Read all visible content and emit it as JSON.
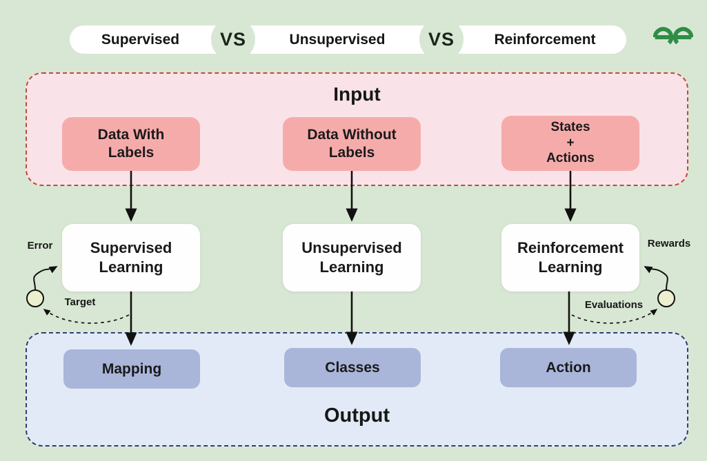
{
  "header": {
    "items": [
      {
        "label": "Supervised"
      },
      {
        "label": "Unsupervised"
      },
      {
        "label": "Reinforcement"
      }
    ],
    "vs_label": "VS",
    "logo": "geeksforgeeks-logo"
  },
  "input_section": {
    "title": "Input",
    "boxes": [
      {
        "line1": "Data With",
        "line2": "Labels"
      },
      {
        "line1": "Data Without",
        "line2": "Labels"
      },
      {
        "line1": "States",
        "line2": "+",
        "line3": "Actions"
      }
    ]
  },
  "learning_row": {
    "boxes": [
      {
        "line1": "Supervised",
        "line2": "Learning"
      },
      {
        "line1": "Unsupervised",
        "line2": "Learning"
      },
      {
        "line1": "Reinforcement",
        "line2": "Learning"
      }
    ],
    "feedback_left": {
      "in_label": "Error",
      "out_label": "Target"
    },
    "feedback_right": {
      "in_label": "Rewards",
      "out_label": "Evaluations"
    }
  },
  "output_section": {
    "title": "Output",
    "boxes": [
      {
        "label": "Mapping"
      },
      {
        "label": "Classes"
      },
      {
        "label": "Action"
      }
    ]
  },
  "colors": {
    "background": "#d8e7d3",
    "input_fill": "#f9e3e8",
    "input_border": "#bb4b38",
    "input_box": "#f6abab",
    "output_fill": "#e2eaf7",
    "output_border": "#2d3f6f",
    "output_box": "#a9b6da",
    "learning_box": "#fefefe",
    "feedback_circle": "#edf0cf",
    "logo_green": "#2f8d46",
    "text": "#1a1a1a"
  }
}
